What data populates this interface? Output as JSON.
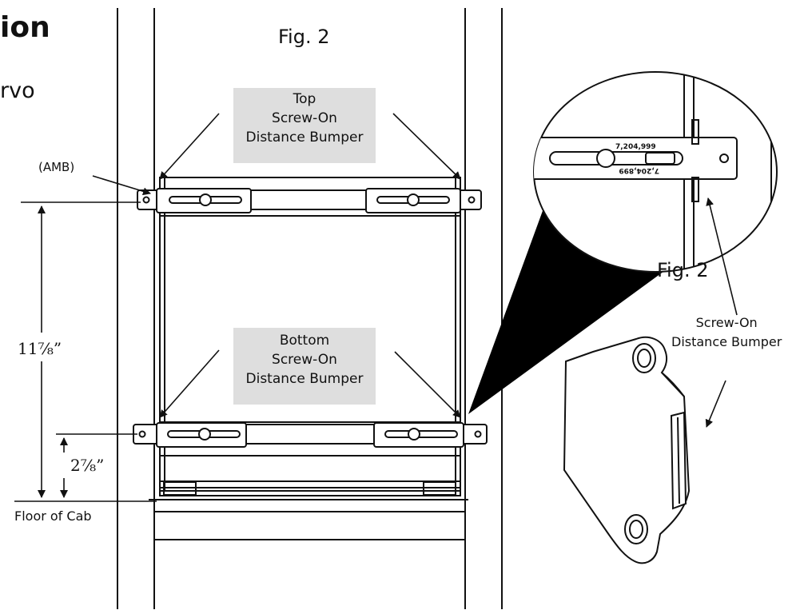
{
  "page": {
    "heading": "ion",
    "subheading": "rvo"
  },
  "labels": {
    "fig_main": "Fig. 2",
    "fig_zoom": "Fig. 2",
    "top_bumper": [
      "Top",
      "Screw-On",
      "Distance Bumper"
    ],
    "bottom_bumper": [
      "Bottom",
      "Screw-On",
      "Distance Bumper"
    ],
    "amb": "(AMB)",
    "floor": "Floor of Cab",
    "part_name": [
      "Screw-On",
      "Distance Bumper"
    ],
    "zoom_part_top": "7,204,999",
    "zoom_part_bottom": "7,204,899"
  },
  "dimensions": {
    "height_total": "11⅞”",
    "height_bottom": "2⅞”"
  },
  "colors": {
    "line": "#111111",
    "label_box": "#dedede",
    "callout_wedge": "#000000"
  }
}
